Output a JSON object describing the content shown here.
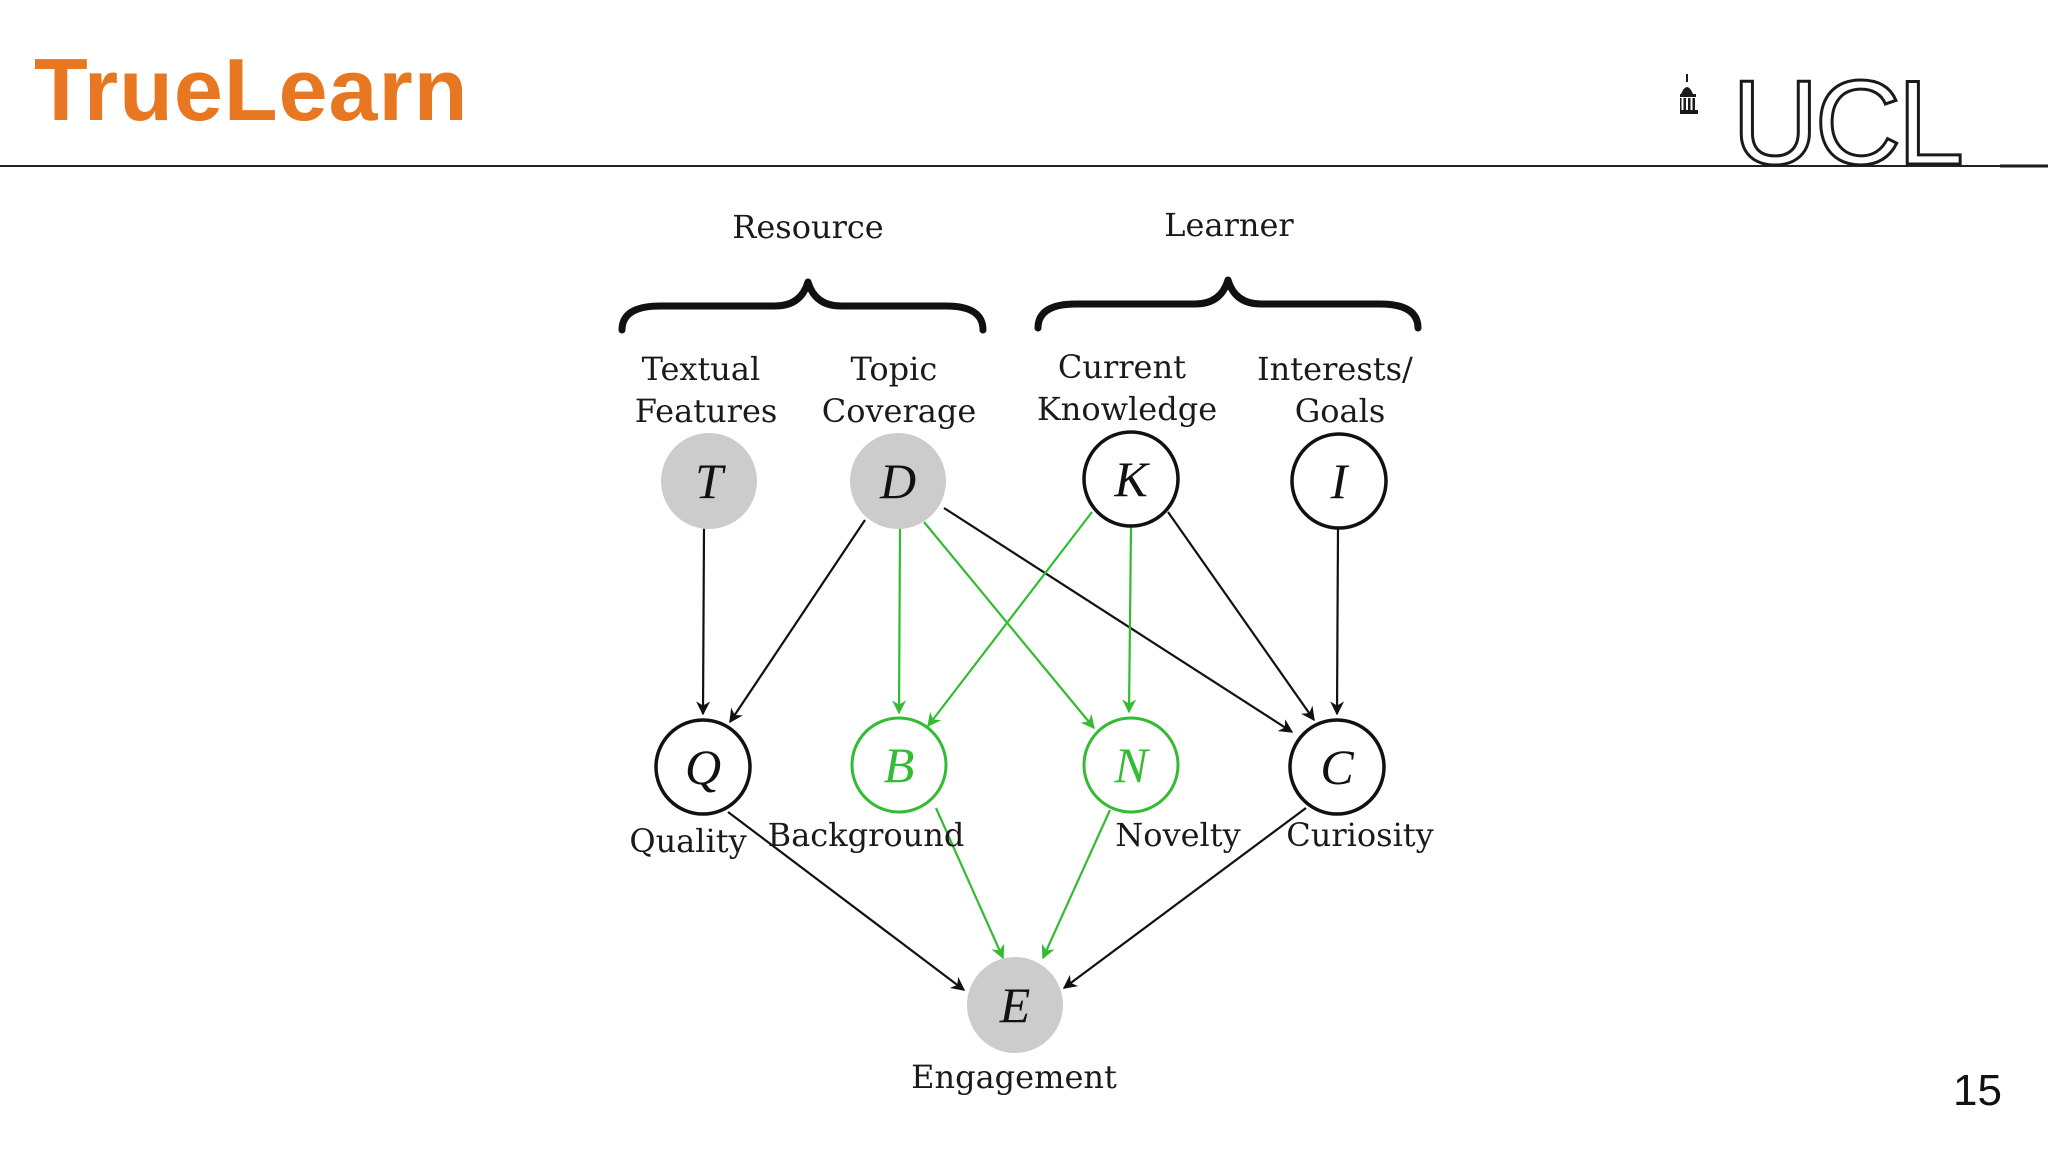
{
  "slide": {
    "title": "TrueLearn",
    "page_number": "15",
    "title_color": "#e87722"
  },
  "logo": {
    "text": "UCL",
    "icon": "portico-icon"
  },
  "diagram": {
    "groups": {
      "resource": "Resource",
      "learner": "Learner"
    },
    "top_labels": {
      "textual": [
        "Textual",
        "Features"
      ],
      "topic": [
        "Topic",
        "Coverage"
      ],
      "knowledge": [
        "Current",
        "Knowledge"
      ],
      "interests": [
        "Interests/",
        "Goals"
      ]
    },
    "nodes": {
      "T": {
        "symbol": "T",
        "style": "observed"
      },
      "D": {
        "symbol": "D",
        "style": "observed"
      },
      "K": {
        "symbol": "K",
        "style": "latent"
      },
      "I": {
        "symbol": "I",
        "style": "latent"
      },
      "Q": {
        "symbol": "Q",
        "style": "latent",
        "label": "Quality"
      },
      "B": {
        "symbol": "B",
        "style": "highlighted",
        "label": "Background"
      },
      "N": {
        "symbol": "N",
        "style": "highlighted",
        "label": "Novelty"
      },
      "C": {
        "symbol": "C",
        "style": "latent",
        "label": "Curiosity"
      },
      "E": {
        "symbol": "E",
        "style": "observed",
        "label": "Engagement"
      }
    },
    "edges": [
      {
        "from": "T",
        "to": "Q",
        "color": "black"
      },
      {
        "from": "D",
        "to": "Q",
        "color": "black"
      },
      {
        "from": "D",
        "to": "B",
        "color": "green"
      },
      {
        "from": "D",
        "to": "N",
        "color": "green"
      },
      {
        "from": "D",
        "to": "C",
        "color": "black"
      },
      {
        "from": "K",
        "to": "B",
        "color": "green"
      },
      {
        "from": "K",
        "to": "N",
        "color": "green"
      },
      {
        "from": "K",
        "to": "C",
        "color": "black"
      },
      {
        "from": "I",
        "to": "C",
        "color": "black"
      },
      {
        "from": "Q",
        "to": "E",
        "color": "black"
      },
      {
        "from": "B",
        "to": "E",
        "color": "green"
      },
      {
        "from": "N",
        "to": "E",
        "color": "green"
      },
      {
        "from": "C",
        "to": "E",
        "color": "black"
      }
    ],
    "colors": {
      "green": "#33bb33",
      "black": "#111111",
      "observed_fill": "#cccccc"
    }
  }
}
